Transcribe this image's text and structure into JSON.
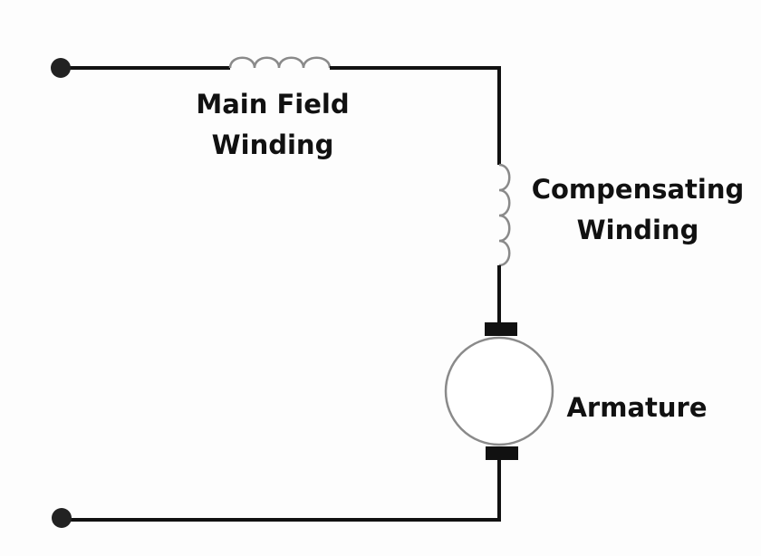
{
  "diagram": {
    "title": "Series motor with compensating winding",
    "colors": {
      "wire": "#111111",
      "coil": "#8a8a8a",
      "armature_outline": "#8a8a8a",
      "brush": "#111111",
      "terminal": "#222222",
      "text": "#111111",
      "background": "#fdfdfd"
    },
    "labels": {
      "main_field_line1": "Main Field",
      "main_field_line2": "Winding",
      "compensating_line1": "Compensating",
      "compensating_line2": "Winding",
      "armature": "Armature"
    },
    "components": [
      {
        "id": "terminal-top",
        "type": "terminal"
      },
      {
        "id": "main-field-winding",
        "type": "inductor",
        "turns": 4,
        "orientation": "horizontal"
      },
      {
        "id": "compensating-winding",
        "type": "inductor",
        "turns": 4,
        "orientation": "vertical"
      },
      {
        "id": "armature",
        "type": "dc-armature",
        "brushes": 2
      },
      {
        "id": "terminal-bottom",
        "type": "terminal"
      }
    ],
    "connections": [
      [
        "terminal-top",
        "main-field-winding"
      ],
      [
        "main-field-winding",
        "compensating-winding"
      ],
      [
        "compensating-winding",
        "armature"
      ],
      [
        "armature",
        "terminal-bottom"
      ]
    ]
  }
}
